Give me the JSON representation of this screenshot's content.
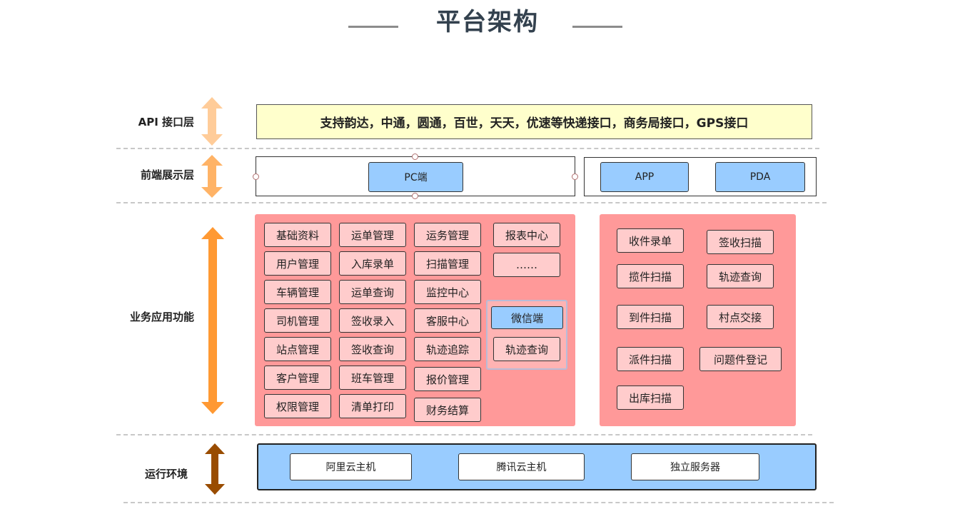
{
  "title": "平台架构",
  "layers": {
    "api": {
      "label": "API 接口层",
      "content": "支持韵达，中通，圆通，百世，天天，优速等快递接口，商务局接口，GPS接口"
    },
    "frontend": {
      "label": "前端展示层",
      "pc": "PC端",
      "app": "APP",
      "pda": "PDA"
    },
    "business": {
      "label": "业务应用功能",
      "col1": [
        "基础资料",
        "用户管理",
        "车辆管理",
        "司机管理",
        "站点管理",
        "客户管理",
        "权限管理"
      ],
      "col2": [
        "运单管理",
        "入库录单",
        "运单查询",
        "签收录入",
        "签收查询",
        "班车管理",
        "清单打印"
      ],
      "col3": [
        "运务管理",
        "扫描管理",
        "监控中心",
        "客服中心",
        "轨迹追踪",
        "报价管理",
        "财务结算"
      ],
      "col4": [
        "报表中心",
        "……"
      ],
      "wechat": {
        "title": "微信端",
        "item": "轨迹查询"
      },
      "right": [
        "收件录单",
        "签收扫描",
        "揽件扫描",
        "轨迹查询",
        "到件扫描",
        "村点交接",
        "派件扫描",
        "问题件登记",
        "出库扫描"
      ]
    },
    "runtime": {
      "label": "运行环境",
      "items": [
        "阿里云主机",
        "腾讯云主机",
        "独立服务器"
      ]
    }
  },
  "colors": {
    "api_fill": "#ffffcc",
    "module_blue": "#99ccff",
    "panel_red": "#ff9999",
    "cell_pink": "#ffcccc",
    "arrow_api": "#ffcc99",
    "arrow_frontend": "#ffb366",
    "arrow_business": "#ff9933",
    "arrow_runtime": "#994c00"
  }
}
